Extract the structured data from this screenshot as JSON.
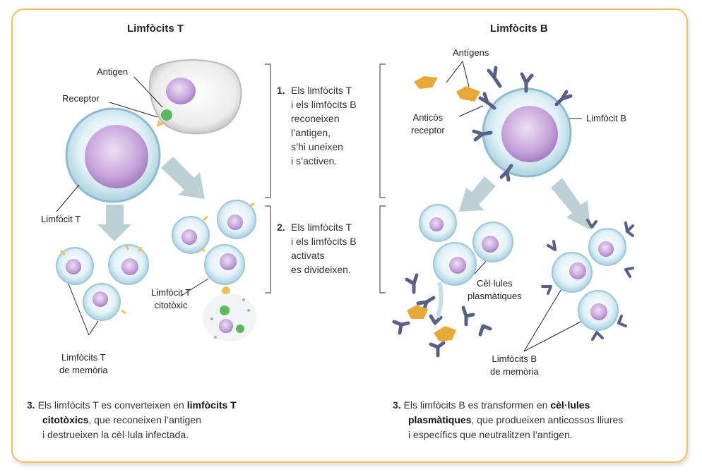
{
  "titles": {
    "t_column": "Limfòcits T",
    "b_column": "Limfòcits B"
  },
  "labels": {
    "antigen": "Antigen",
    "receptor": "Receptor",
    "limfocit_t": "Limfòcit T",
    "limfocit_t_citotoxic_1": "Limfòcit T",
    "limfocit_t_citotoxic_2": "citotòxic",
    "memoria_t_1": "Limfòcits T",
    "memoria_t_2": "de memòria",
    "antigens": "Antígens",
    "anticos_1": "Anticòs",
    "anticos_2": "receptor",
    "limfocit_b": "Limfòcit B",
    "plasmatiques_1": "Cèl·lules",
    "plasmatiques_2": "plasmàtiques",
    "memoria_b_1": "Limfòcits B",
    "memoria_b_2": "de memòria"
  },
  "steps": {
    "step1": {
      "num": "1.",
      "lines": [
        "Els limfòcits T",
        "i els limfòcits B",
        "reconeixen",
        "l’antigen,",
        "s’hi uneixen",
        "i s’activen."
      ]
    },
    "step2": {
      "num": "2.",
      "lines": [
        "Els limfòcits T",
        "i els limfòcits B",
        "activats",
        "es divideixen."
      ]
    }
  },
  "captions": {
    "t": {
      "num": "3.",
      "a": "Els limfòcits T es converteixen en ",
      "b1": "limfòcits T",
      "b2": "citotòxics",
      "c": ", que reconeixen l’antigen",
      "d": "i destrueixen la cèl·lula infectada."
    },
    "b": {
      "num": "3.",
      "a": "Els limfòcits B es transformen en ",
      "b1": "cèl·lules",
      "b2": "plasmàtiques",
      "c": ", que produeixen anticossos lliures",
      "d": "i específics que neutralitzen l’antigen."
    }
  },
  "colors": {
    "frame": "#f0c060",
    "cell_fill": "#d4ecf5",
    "cell_stroke": "#9cc8d8",
    "nucleus": "#c49fd6",
    "antigen": "#e8a838",
    "antibody": "#5a5f86",
    "receptor": "#5cb85c",
    "arrow": "#b9cfd6"
  }
}
